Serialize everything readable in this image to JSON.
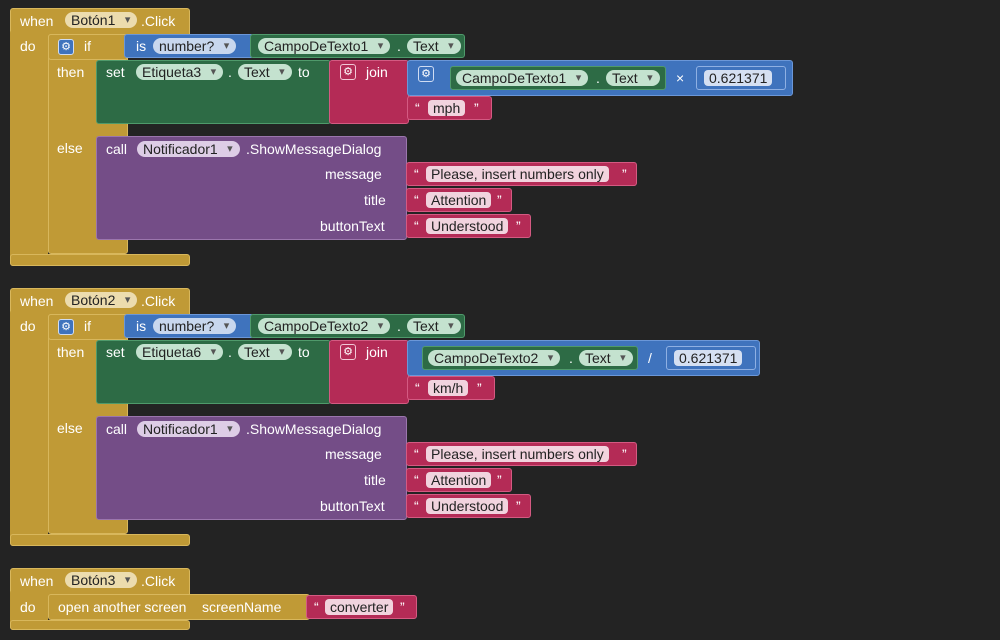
{
  "events": [
    {
      "when": "when",
      "do": "do",
      "component": "Botón1",
      "event": ".Click",
      "if_label": "if",
      "then_label": "then",
      "else_label": "else",
      "is_label": "is",
      "test_op": "number?",
      "test_component": "CampoDeTexto1",
      "test_prop": "Text",
      "set_label": "set",
      "set_component": "Etiqueta3",
      "set_prop": "Text",
      "to_label": "to",
      "join_label": "join",
      "calc_component": "CampoDeTexto1",
      "calc_prop": "Text",
      "calc_op": "×",
      "calc_number": "0.621371",
      "unit_text": "mph",
      "call_label": "call",
      "notifier": "Notificador1",
      "method": ".ShowMessageDialog",
      "message_label": "message",
      "message_text": "Please, insert numbers only",
      "title_label": "title",
      "title_text": "Attention",
      "button_label": "buttonText",
      "button_text": "Understood"
    },
    {
      "when": "when",
      "do": "do",
      "component": "Botón2",
      "event": ".Click",
      "if_label": "if",
      "then_label": "then",
      "else_label": "else",
      "is_label": "is",
      "test_op": "number?",
      "test_component": "CampoDeTexto2",
      "test_prop": "Text",
      "set_label": "set",
      "set_component": "Etiqueta6",
      "set_prop": "Text",
      "to_label": "to",
      "join_label": "join",
      "calc_component": "CampoDeTexto2",
      "calc_prop": "Text",
      "calc_op": "/",
      "calc_number": "0.621371",
      "unit_text": "km/h",
      "call_label": "call",
      "notifier": "Notificador1",
      "method": ".ShowMessageDialog",
      "message_label": "message",
      "message_text": "Please, insert numbers only",
      "title_label": "title",
      "title_text": "Attention",
      "button_label": "buttonText",
      "button_text": "Understood"
    }
  ],
  "event3": {
    "when": "when",
    "do": "do",
    "component": "Botón3",
    "event": ".Click",
    "action": "open another screen",
    "param_label": "screenName",
    "value": "converter"
  },
  "icons": {
    "mutator": "gear-icon",
    "dropdown": "chevron-down-icon"
  },
  "colors": {
    "control": "#c09a36",
    "math": "#3f73bd",
    "text": "#b42b56",
    "component_setter": "#2d6b45",
    "method_call": "#744d87",
    "workspace": "#232323"
  }
}
